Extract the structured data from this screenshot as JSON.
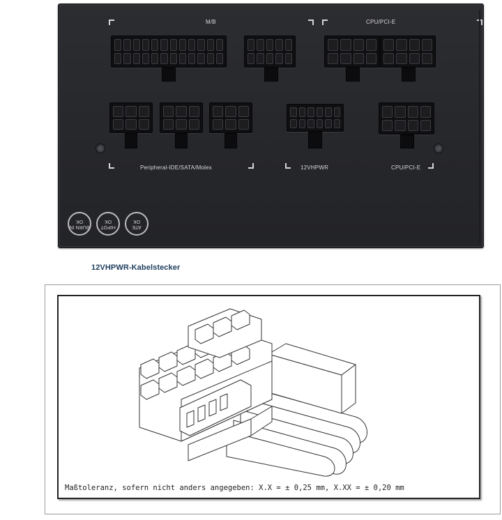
{
  "psu_panel": {
    "labels": {
      "mb": "M/B",
      "cpu_pcie_top": "CPU/PCI-E",
      "peripheral": "Peripheral-IDE/SATA/Molex",
      "vhpwr": "12VHPWR",
      "cpu_pcie_bottom": "CPU/PCI-E"
    },
    "badges": [
      {
        "line1": "BURN IN",
        "line2": "OK"
      },
      {
        "line1": "HIPOT",
        "line2": "OK"
      },
      {
        "line1": "ATE",
        "line2": "OK"
      }
    ]
  },
  "caption": "12VHPWR-Kabelstecker",
  "drawing": {
    "tolerance_note": "Maßtoleranz, sofern nicht anders angegeben: X.X = ± 0,25 mm, X.XX = ± 0,20 mm"
  },
  "colors": {
    "panel": "#2a2b2f",
    "caption": "#1d3d5e",
    "label": "#d8d8d8"
  }
}
